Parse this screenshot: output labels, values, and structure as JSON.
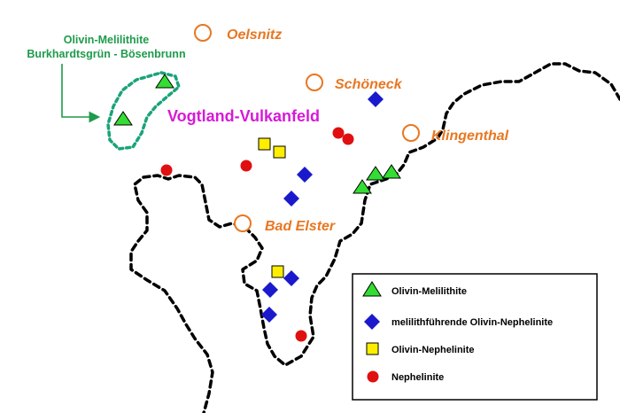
{
  "colors": {
    "town": "#e87722",
    "field_label": "#d61ad6",
    "callout": "#1e9b4b",
    "outline_dashed": "#000000",
    "area_dashed": "#1aa37a",
    "olivin_melilithite": "#33dd33",
    "olivin_nephelinite_melilith": "#1a1acc",
    "olivin_nephelinite": "#ffee00",
    "nephelinite": "#e01010"
  },
  "towns": [
    {
      "id": "oelsnitz",
      "name": "Oelsnitz"
    },
    {
      "id": "schoeneck",
      "name": "Schöneck"
    },
    {
      "id": "klingenthal",
      "name": "Klingenthal"
    },
    {
      "id": "bad-elster",
      "name": "Bad Elster"
    }
  ],
  "field_label": "Vogtland-Vulkanfeld",
  "callout": {
    "line1": "Olivin-Melilithite",
    "line2": "Burkhardtsgrün - Bösenbrunn"
  },
  "legend": {
    "items": [
      {
        "symbol": "triangle-green",
        "label": "Olivin-Melilithite"
      },
      {
        "symbol": "diamond-blue",
        "label": "melilithführende Olivin-Nephelinite"
      },
      {
        "symbol": "square-yellow",
        "label": "Olivin-Nephelinite"
      },
      {
        "symbol": "circle-red",
        "label": "Nephelinite"
      }
    ]
  }
}
